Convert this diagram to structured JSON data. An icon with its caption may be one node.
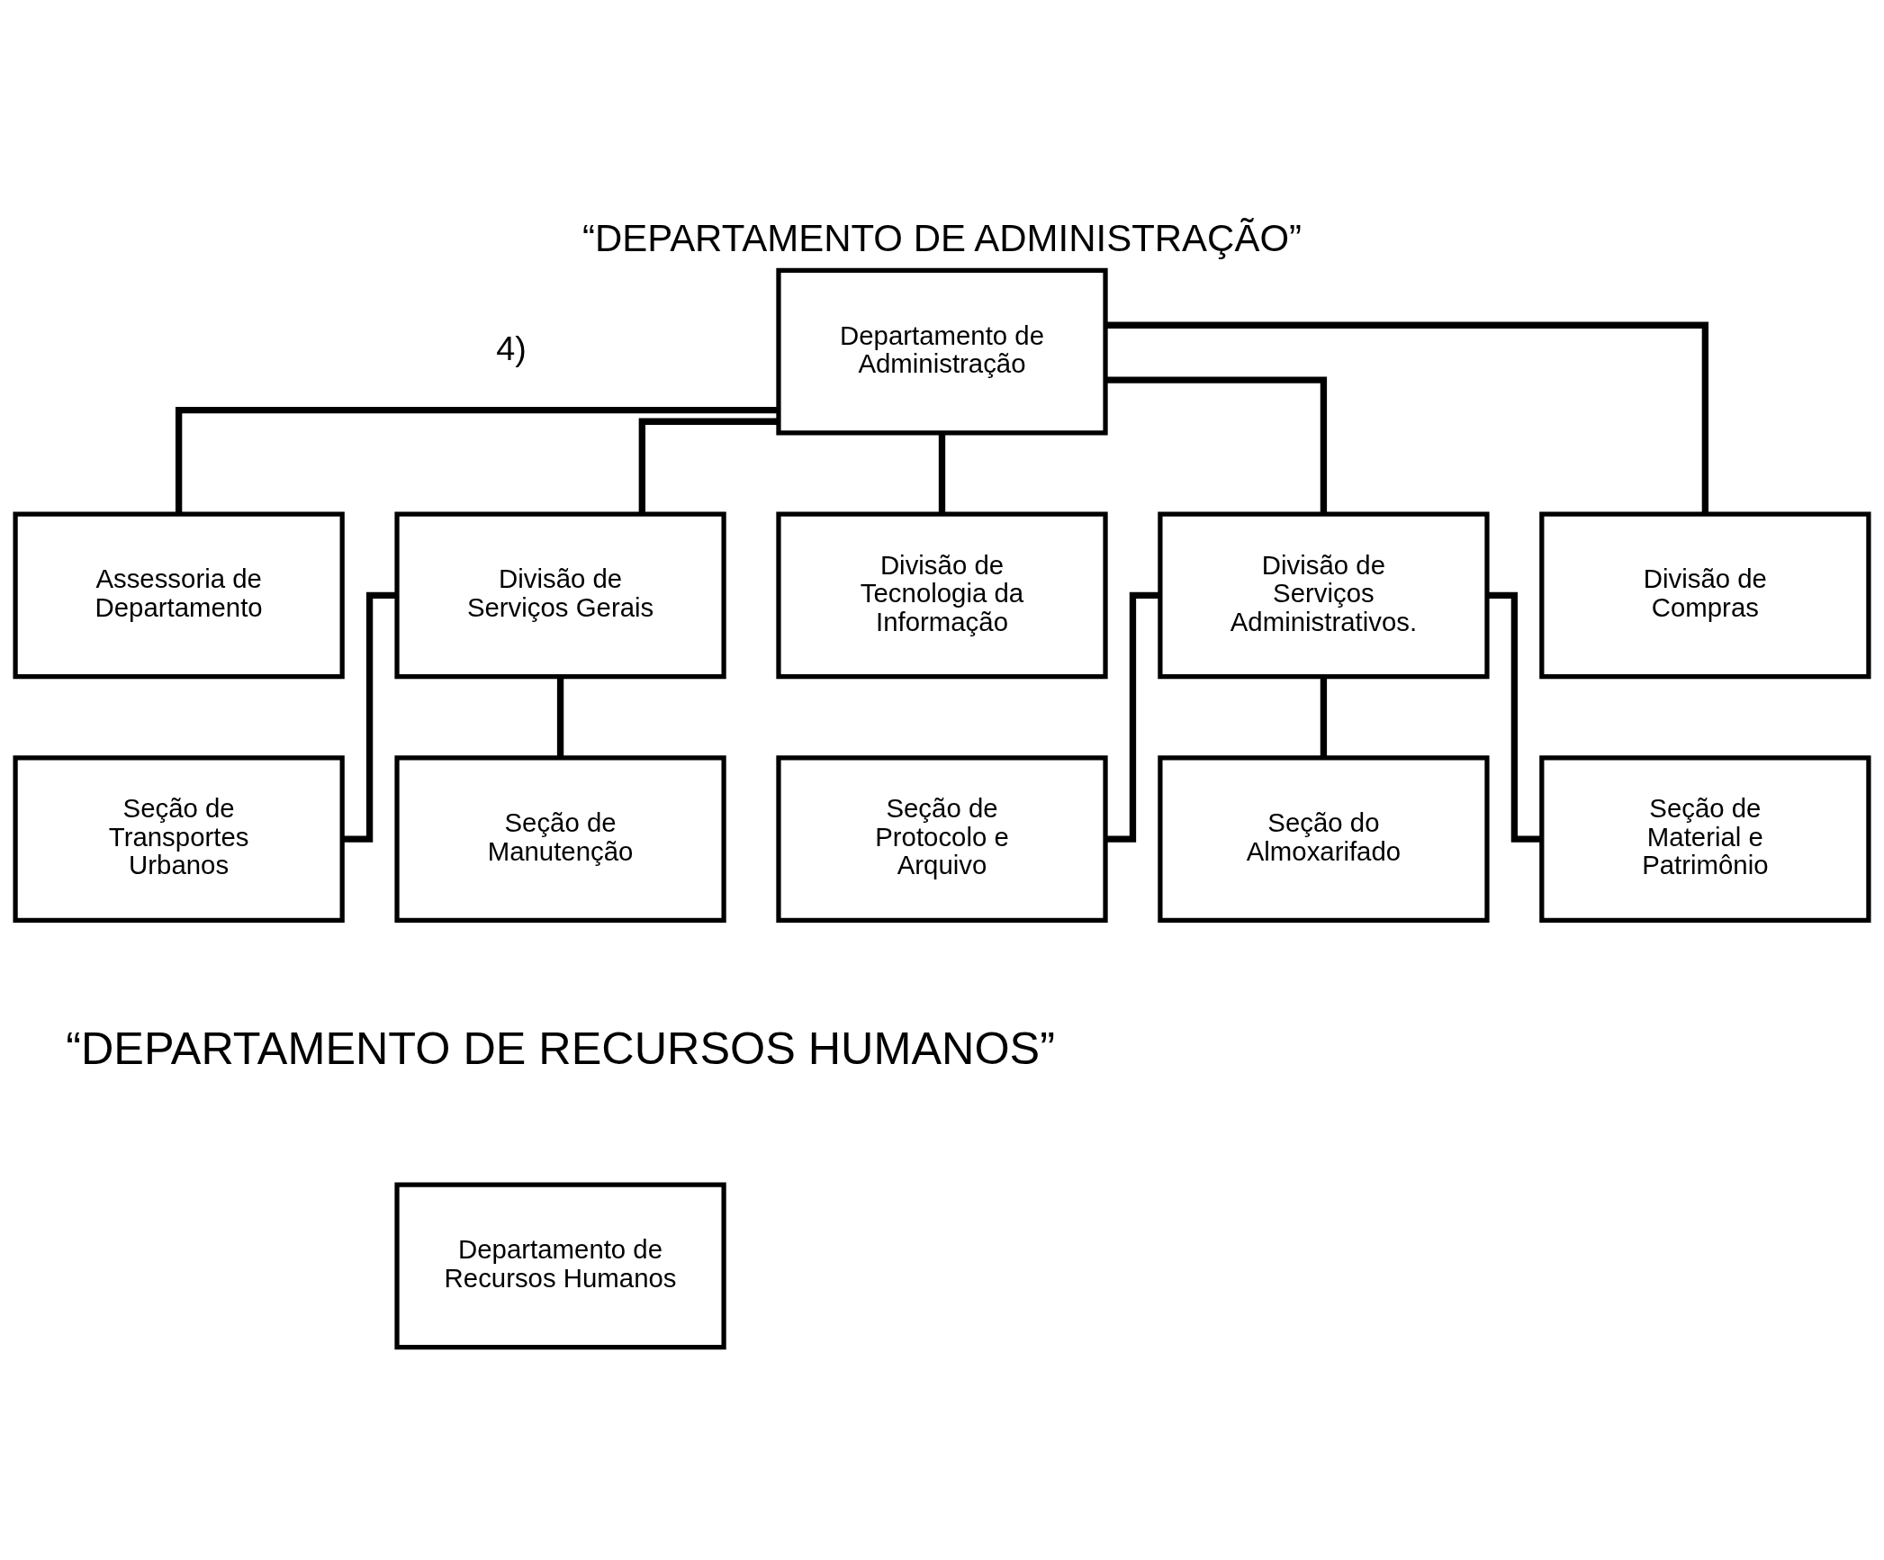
{
  "diagram": {
    "title": "“DEPARTAMENTO DE ADMINISTRAÇÃO”",
    "nodes": [
      {
        "text": [
          "Departamento de Administração"
        ]
      },
      {
        "text": [
          "Assessoria de Departamento"
        ]
      },
      {
        "text": [
          "Divisão de Serviços Gerais"
        ]
      },
      {
        "text": [
          "Divisão de Tecnologia da Informação"
        ]
      },
      {
        "text": [
          "Divisão de Serviços Administrativos."
        ]
      },
      {
        "text": [
          "Divisão de Compras"
        ]
      },
      {
        "text": [
          "Seção de Transportes Urbanos"
        ]
      },
      {
        "text": [
          "Seção de Manutenção"
        ]
      },
      {
        "text": [
          "Seção de Protocolo e Arquivo"
        ]
      },
      {
        "text": [
          "Seção do Almoxarifado"
        ]
      },
      {
        "text": [
          "Seção de Material e Patrimônio"
        ]
      },
      {
        "text": [
          "Departamento de Recursos Humanos"
        ]
      }
    ],
    "edges": [
      {
        "from": 0,
        "to": 1,
        "arrow": "none"
      },
      {
        "from": 0,
        "to": 2,
        "arrow": "none"
      },
      {
        "from": 0,
        "to": 3,
        "arrow": "none"
      },
      {
        "from": 0,
        "to": 4,
        "arrow": "none"
      },
      {
        "from": 0,
        "to": 5,
        "arrow": "none"
      },
      {
        "from": 2,
        "to": 6,
        "arrow": "none"
      },
      {
        "from": 2,
        "to": 7,
        "arrow": "none"
      },
      {
        "from": 4,
        "to": 8,
        "arrow": "none"
      },
      {
        "from": 4,
        "to": 9,
        "arrow": "none"
      },
      {
        "from": 4,
        "to": 10,
        "arrow": "none"
      }
    ],
    "labels": [
      "4)",
      "“DEPARTAMENTO DE RECURSOS HUMANOS”"
    ]
  }
}
